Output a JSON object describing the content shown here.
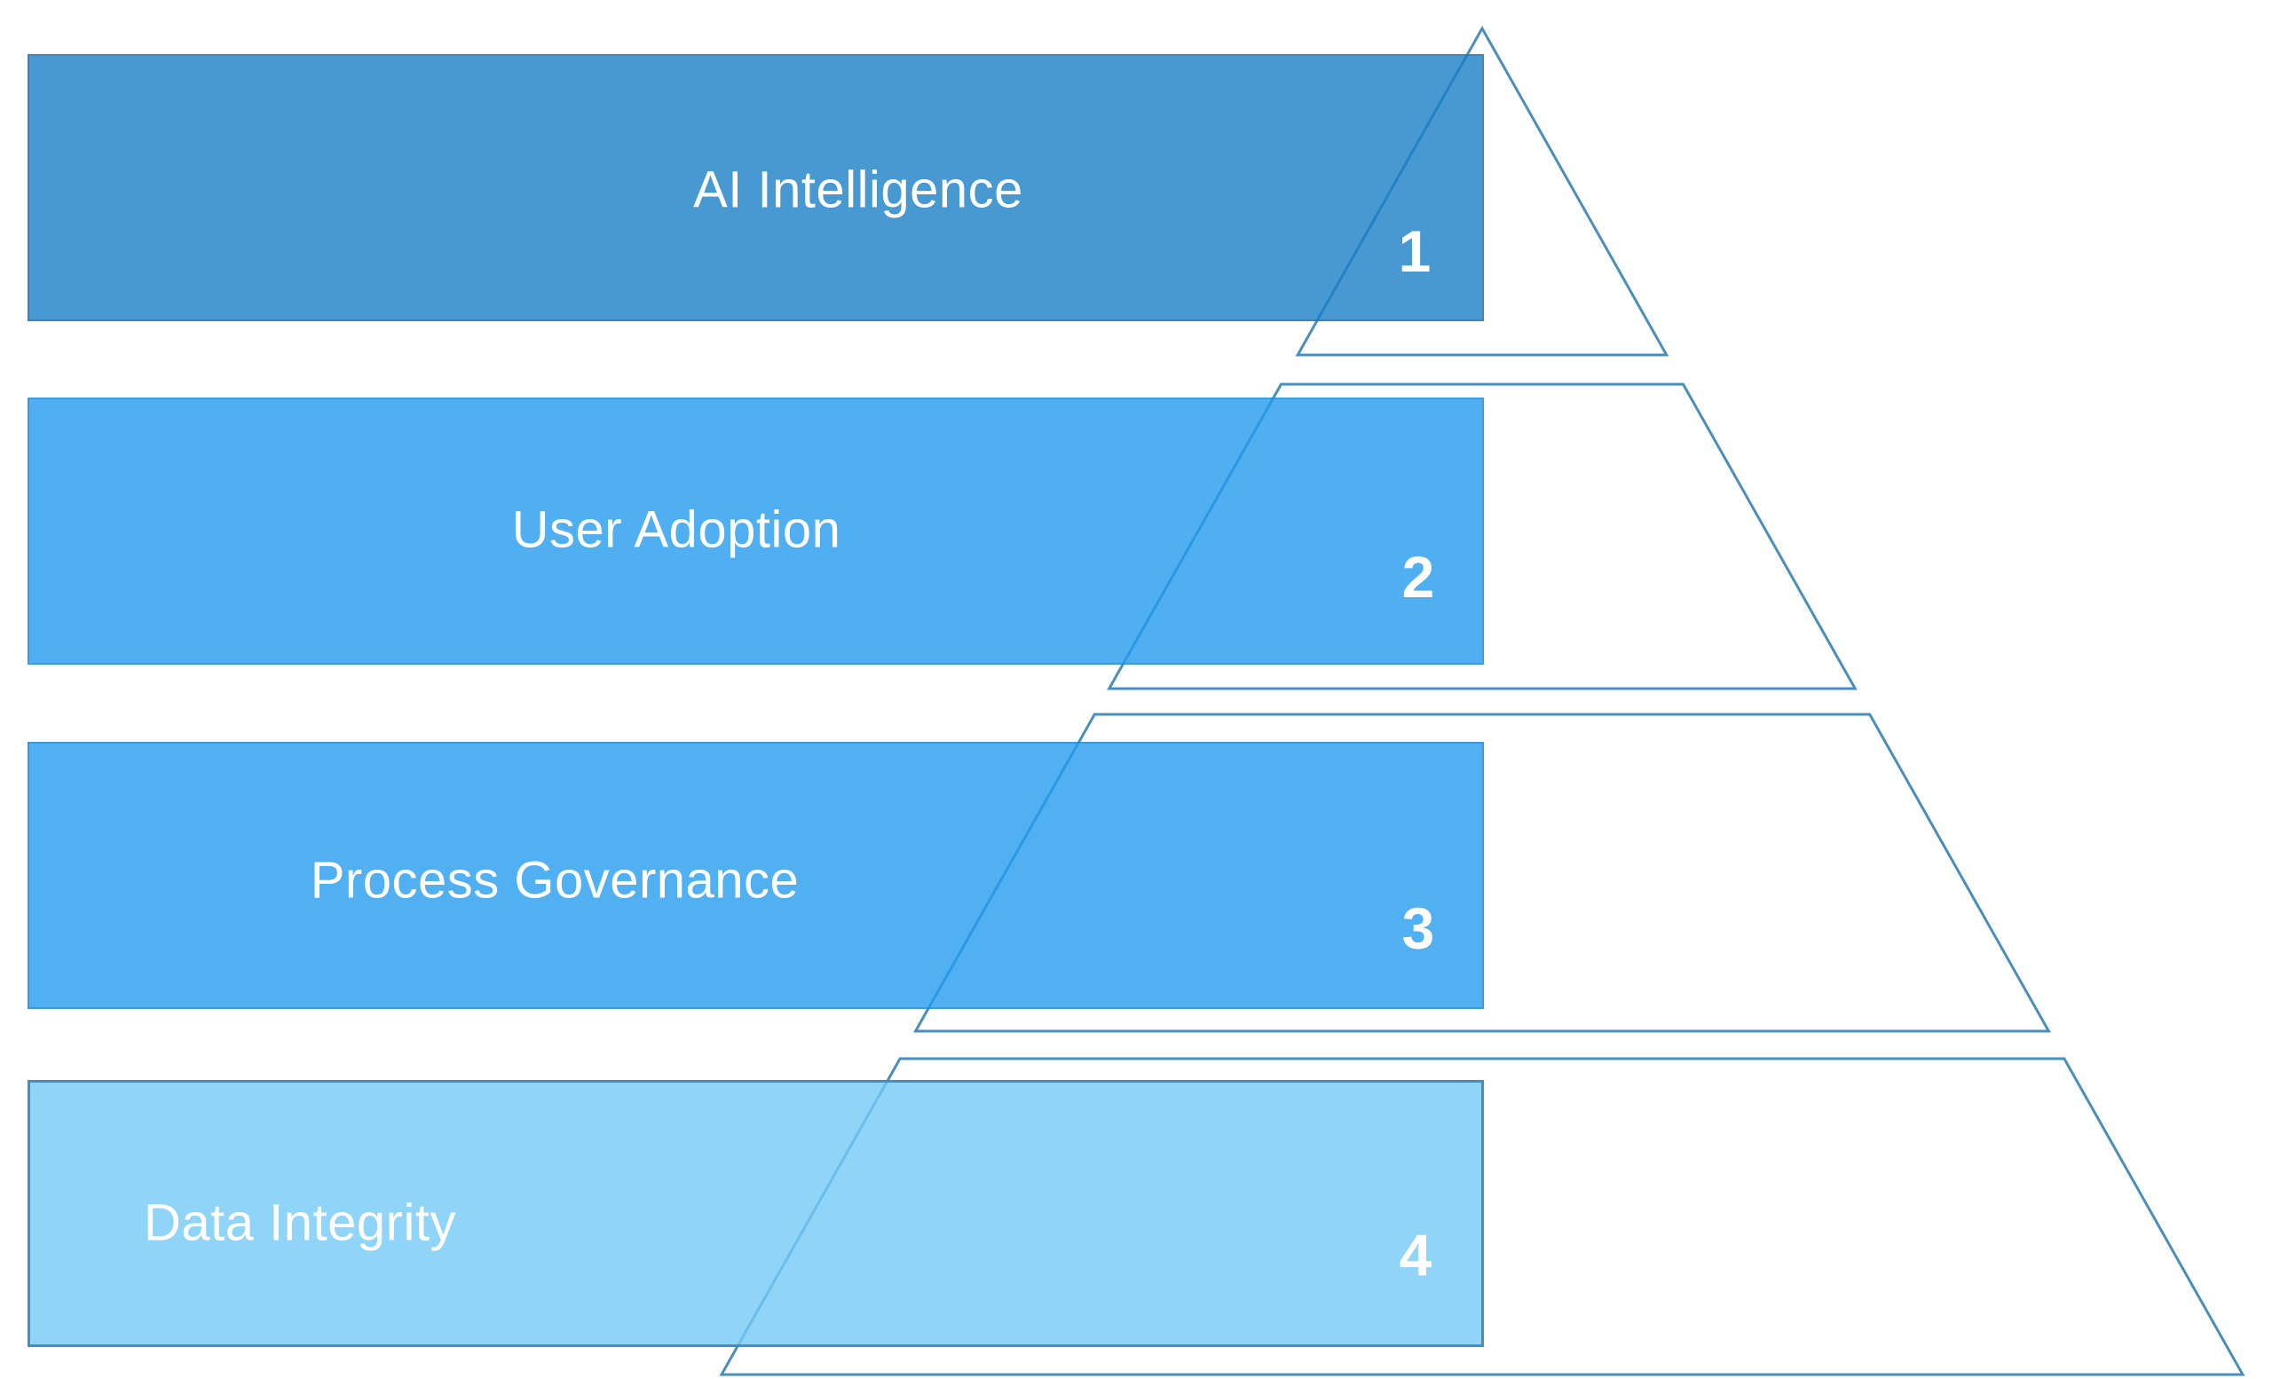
{
  "diagram": {
    "type": "segmented-pyramid",
    "background_color": "#ffffff",
    "outline_color": "#4a8ebc",
    "text_color": "#ffffff",
    "levels": [
      {
        "number": "1",
        "label": "AI Intelligence",
        "fill": "rgba(26, 126, 199, 0.8)",
        "observed_fill_hex": "#4898d2",
        "border": "rgba(34, 104, 156, 0.40)"
      },
      {
        "number": "2",
        "label": "User Adoption",
        "fill": "rgba(35, 155, 238, 0.8)",
        "observed_fill_hex": "#4faff0",
        "border": "rgba(38, 122, 190, 0.40)"
      },
      {
        "number": "3",
        "label": "Process Governance",
        "fill": "rgba(38, 156, 239, 0.8)",
        "observed_fill_hex": "#50b0f0",
        "border": "rgba(38, 122, 190, 0.45)"
      },
      {
        "number": "4",
        "label": "Data Integrity",
        "fill": "rgba(116, 201, 246, 0.8)",
        "observed_fill_hex": "#90d4f8",
        "border": "rgba(62, 134, 186, 0.90)"
      }
    ]
  }
}
